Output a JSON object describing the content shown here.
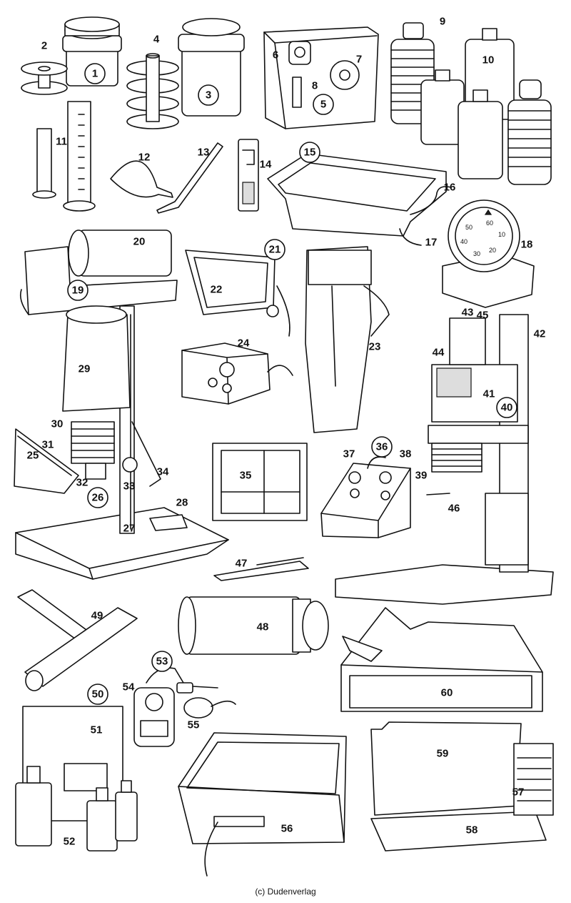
{
  "labels": {
    "l1": "1",
    "l2": "2",
    "l3": "3",
    "l4": "4",
    "l5": "5",
    "l6": "6",
    "l7": "7",
    "l8": "8",
    "l9": "9",
    "l10": "10",
    "l11": "11",
    "l12": "12",
    "l13": "13",
    "l14": "14",
    "l15": "15",
    "l16": "16",
    "l17": "17",
    "l18": "18",
    "l19": "19",
    "l20": "20",
    "l21": "21",
    "l22": "22",
    "l23": "23",
    "l24": "24",
    "l25": "25",
    "l26": "26",
    "l27": "27",
    "l28": "28",
    "l29": "29",
    "l30": "30",
    "l31": "31",
    "l32": "32",
    "l33": "33",
    "l34": "34",
    "l35": "35",
    "l36": "36",
    "l37": "37",
    "l38": "38",
    "l39": "39",
    "l40": "40",
    "l41": "41",
    "l42": "42",
    "l43": "43",
    "l44": "44",
    "l45": "45",
    "l46": "46",
    "l47": "47",
    "l48": "48",
    "l49": "49",
    "l50": "50",
    "l51": "51",
    "l52": "52",
    "l53": "53",
    "l54": "54",
    "l55": "55",
    "l56": "56",
    "l57": "57",
    "l58": "58",
    "l59": "59",
    "l60": "60"
  },
  "timer_dial": {
    "t60": "60",
    "t50": "50",
    "t40": "40",
    "t30": "30",
    "t20": "20",
    "t10": "10"
  },
  "credit": "(c) Dudenverlag"
}
